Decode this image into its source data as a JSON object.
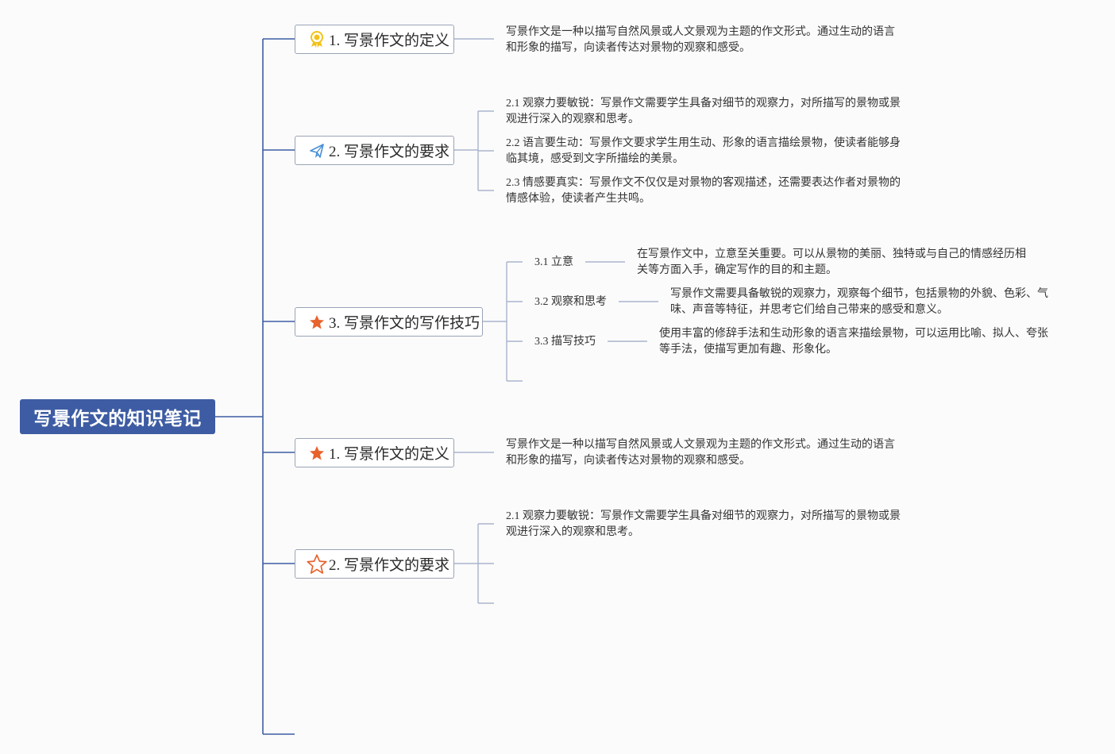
{
  "root": {
    "label": "写景作文的知识笔记"
  },
  "branches": [
    {
      "label": "1. 写景作文的定义",
      "icon": "award-ribbon-icon"
    },
    {
      "label": "2. 写景作文的要求",
      "icon": "paper-plane-icon"
    },
    {
      "label": "3. 写景作文的写作技巧",
      "icon": "star-filled-icon"
    },
    {
      "label": "1. 写景作文的定义",
      "icon": "star-filled-icon"
    },
    {
      "label": "2. 写景作文的要求",
      "icon": "star-outline-icon"
    }
  ],
  "leaves": {
    "b1_text": "写景作文是一种以描写自然风景或人文景观为主题的作文形式。通过生动的语言和形象的描写，向读者传达对景物的观察和感受。",
    "b2_items": [
      "2.1 观察力要敏锐：写景作文需要学生具备对细节的观察力，对所描写的景物或景观进行深入的观察和思考。",
      "2.2 语言要生动：写景作文要求学生用生动、形象的语言描绘景物，使读者能够身临其境，感受到文字所描绘的美景。",
      "2.3 情感要真实：写景作文不仅仅是对景物的客观描述，还需要表达作者对景物的情感体验，使读者产生共鸣。"
    ],
    "b3_items": [
      {
        "label": "3.1 立意",
        "text": "在写景作文中，立意至关重要。可以从景物的美丽、独特或与自己的情感经历相关等方面入手，确定写作的目的和主题。"
      },
      {
        "label": "3.2 观察和思考",
        "text": "写景作文需要具备敏锐的观察力，观察每个细节，包括景物的外貌、色彩、气味、声音等特征，并思考它们给自己带来的感受和意义。"
      },
      {
        "label": "3.3 描写技巧",
        "text": "使用丰富的修辞手法和生动形象的语言来描绘景物，可以运用比喻、拟人、夸张等手法，使描写更加有趣、形象化。"
      }
    ],
    "b4_text": "写景作文是一种以描写自然风景或人文景观为主题的作文形式。通过生动的语言和形象的描写，向读者传达对景物的观察和感受。",
    "b5_items": [
      "2.1 观察力要敏锐：写景作文需要学生具备对细节的观察力，对所描写的景物或景观进行深入的观察和思考。"
    ]
  },
  "colors": {
    "root_bg": "#3d5ca3",
    "line": "#3d5ca3",
    "line_light": "#a9b4cc",
    "star": "#e8622c",
    "plane": "#4a8fd6",
    "ribbon": "#f2c21a"
  }
}
